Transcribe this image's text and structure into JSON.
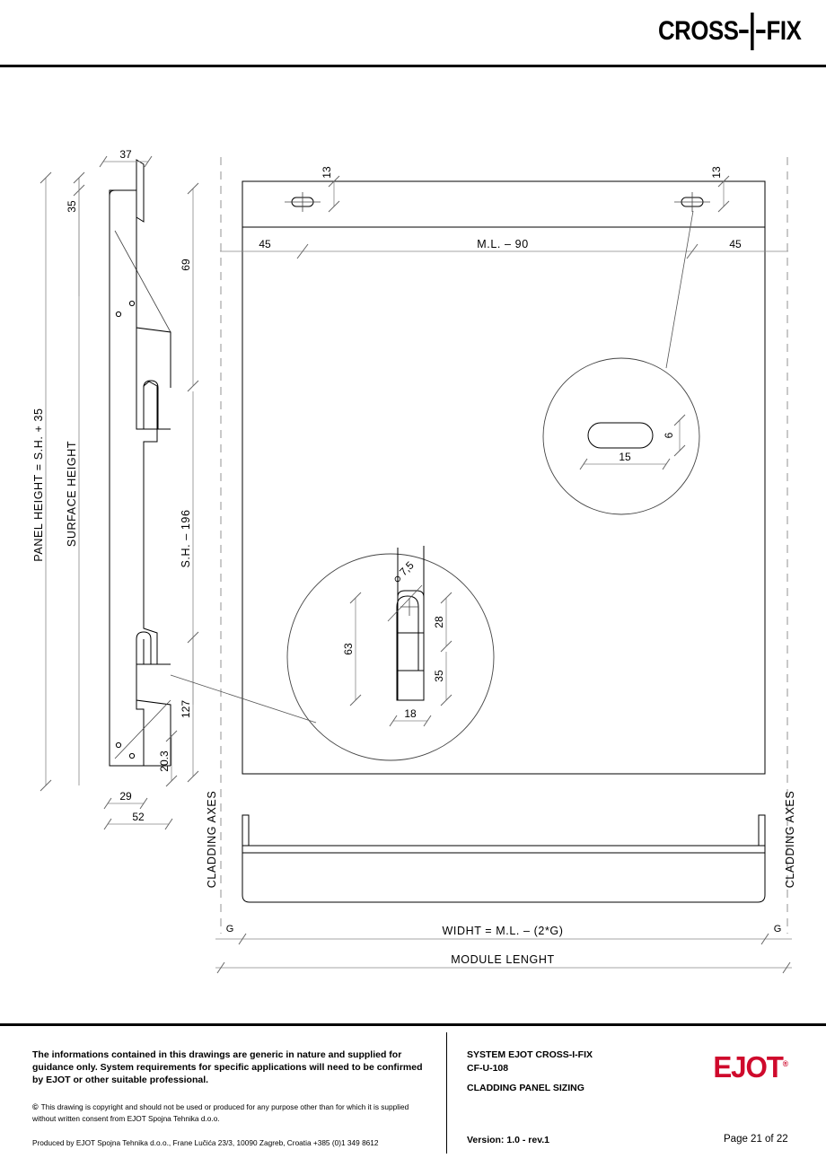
{
  "header": {
    "logo_part1": "CROSS",
    "logo_part2": "FIX",
    "logo_icon": "cross-i-fix-mark"
  },
  "drawing": {
    "title": "CLADDING PANEL SIZING",
    "side_view": {
      "dim_37": "37",
      "dim_35": "35",
      "dim_69": "69",
      "dim_127": "127",
      "dim_20_3": "20.3",
      "dim_29": "29",
      "dim_52": "52",
      "label_panel_height": "PANEL HEIGHT = S.H. + 35",
      "label_surface_height": "SURFACE HEIGHT",
      "label_sh_196": "S.H. – 196"
    },
    "front_view": {
      "dim_13_left": "13",
      "dim_13_right": "13",
      "dim_45_left": "45",
      "dim_45_right": "45",
      "label_ml_90": "M.L. – 90",
      "label_cladding_axes_left": "CLADDING AXES",
      "label_cladding_axes_right": "CLADDING AXES",
      "label_width": "WIDHT = M.L. – (2*G)",
      "label_module_length": "MODULE LENGHT",
      "gap_left": "G",
      "gap_right": "G"
    },
    "detail_upper": {
      "name": "slot-detail",
      "dim_15": "15",
      "dim_6": "6"
    },
    "detail_lower": {
      "name": "keyhole-detail",
      "dim_diameter": "⌀ 7,5",
      "dim_63": "63",
      "dim_28": "28",
      "dim_35": "35",
      "dim_18": "18"
    }
  },
  "footer": {
    "disclaimer": "The informations contained in this drawings are generic in nature and supplied for guidance only. System requirements for specific applications will need to be confirmed by EJOT or other suitable professional.",
    "copyright_symbol": "©",
    "copyright": "This drawing is copyright and should not be used or produced for any purpose other than for which it is supplied without written consent from EJOT Spojna Tehnika d.o.o.",
    "produced_by": "Produced by EJOT Spojna Tehnika d.o.o., Frane Lučića 23/3, 10090 Zagreb, Croatia +385 (0)1 349 8612",
    "title_line1": "SYSTEM EJOT CROSS-I-FIX",
    "title_line2": "CF-U-108",
    "title_line3": "CLADDING PANEL SIZING",
    "version": "Version: 1.0 - rev.1",
    "page": "Page 21 of 22",
    "logo_ejot": "EJOT",
    "logo_ejot_reg": "®",
    "brand_color": "#cf0a2c"
  }
}
